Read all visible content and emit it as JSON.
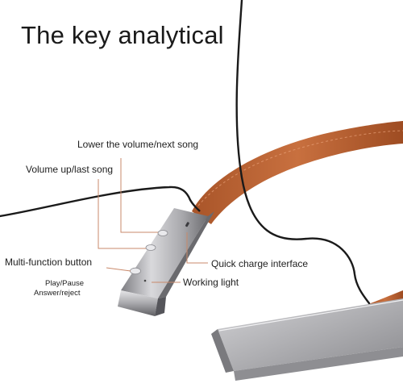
{
  "title": "The key analytical",
  "labels": {
    "lower_volume": "Lower the volume/next song",
    "volume_up": "Volume up/last song",
    "multi_function": "Multi-function button",
    "play_pause": "Play/Pause",
    "answer_reject": "Answer/reject",
    "quick_charge": "Quick charge interface",
    "working_light": "Working light"
  },
  "colors": {
    "leader_line": "#c98a6b",
    "strap": "#c0683a",
    "metal": "#b5b5b8",
    "cable": "#1a1a1a"
  }
}
